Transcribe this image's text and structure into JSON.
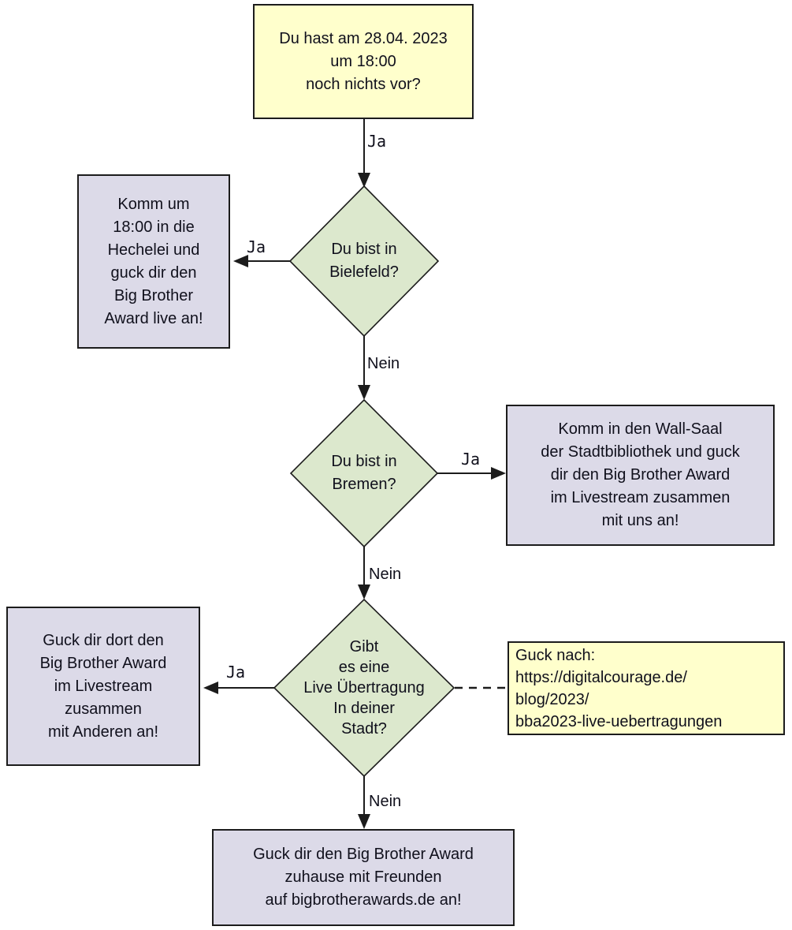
{
  "diagram": {
    "type": "flowchart",
    "topic": "Big Brother Awards 2023 viewing decision tree"
  },
  "colors": {
    "question_box_fill": "#ffffcc",
    "decision_fill": "#dce8cd",
    "result_box_fill": "#dcdae8",
    "line": "#1c1c1c",
    "text": "#10101c"
  },
  "nodes": {
    "start": {
      "text": "Du hast am 28.04. 2023\num 18:00\nnoch nichts vor?"
    },
    "box_bielefeld": {
      "text": "Komm um\n18:00 in die\nHechelei und\nguck dir den\nBig Brother\nAward live an!"
    },
    "decision_bielefeld": {
      "text": "Du bist in\nBielefeld?"
    },
    "box_bremen": {
      "text": "Komm in den Wall-Saal\nder Stadtbibliothek und guck\ndir den Big Brother Award\nim Livestream zusammen\nmit uns an!"
    },
    "decision_bremen": {
      "text": "Du bist in\nBremen?"
    },
    "box_livestream": {
      "text": "Guck dir dort den\nBig Brother Award\nim Livestream\nzusammen\nmit Anderen an!"
    },
    "decision_livestream": {
      "text": "Gibt\nes eine\nLive Übertragung\nIn deiner\nStadt?"
    },
    "box_url": {
      "text": "Guck nach:\nhttps://digitalcourage.de/\nblog/2023/\nbba2023-live-uebertragungen"
    },
    "box_home": {
      "text": "Guck dir den Big Brother Award\nzuhause mit Freunden\nauf bigbrotherawards.de an!"
    }
  },
  "edge_labels": {
    "start_ja": "Ja",
    "bielefeld_ja": "Ja",
    "bielefeld_nein": "Nein",
    "bremen_ja": "Ja",
    "bremen_nein": "Nein",
    "livestream_ja": "Ja",
    "livestream_nein": "Nein"
  }
}
